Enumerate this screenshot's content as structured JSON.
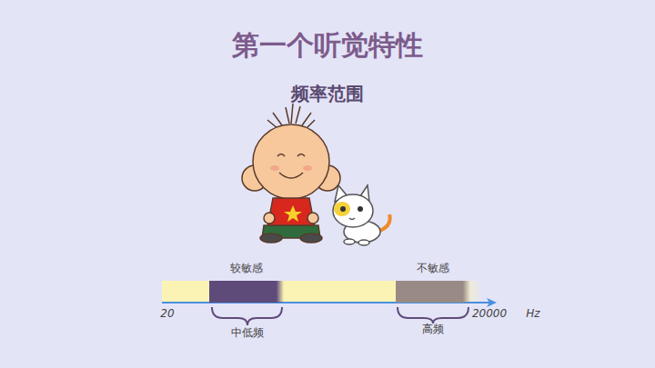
{
  "diagram": {
    "title": "第一个听觉特性",
    "nodes": [
      {
        "text": [
          "较敏感"
        ]
      },
      {
        "text": [
          "不敏感"
        ]
      }
    ],
    "labels": [
      "频率范围",
      "20",
      "20000",
      "Hz",
      "中低频",
      "高频"
    ]
  }
}
